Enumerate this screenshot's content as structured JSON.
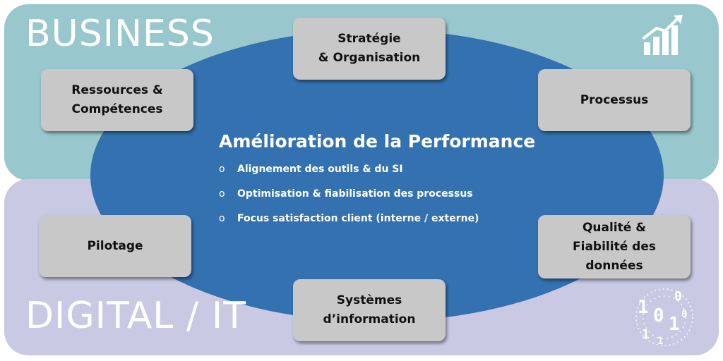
{
  "colors": {
    "business_band": "#99c7ce",
    "digital_band": "#c9c9e4",
    "ellipse": "#3371b0",
    "box": "#c8c8c8",
    "white": "#ffffff"
  },
  "bands": {
    "business_label": "BUSINESS",
    "digital_label": "DIGITAL / IT"
  },
  "center": {
    "title": "Amélioration de la Performance",
    "bullet_marker": "o",
    "bullets": [
      "Alignement des outils & du SI",
      "Optimisation & fiabilisation des processus",
      "Focus satisfaction client (interne / externe)"
    ]
  },
  "boxes": [
    {
      "id": "strategie",
      "label": "Stratégie\n& Organisation"
    },
    {
      "id": "ressources",
      "label": "Ressources &\nCompétences"
    },
    {
      "id": "processus",
      "label": "Processus"
    },
    {
      "id": "pilotage",
      "label": "Pilotage"
    },
    {
      "id": "qualite",
      "label": "Qualité &\nFiabilité des\ndonnées"
    },
    {
      "id": "systemes",
      "label": "Systèmes\nd’information"
    }
  ],
  "icons": {
    "growth": "bar-chart-growth-icon",
    "binary": "binary-code-icon"
  },
  "binary_digits": {
    "big_one_a": "1",
    "big_zero_a": "0",
    "big_one_b": "1",
    "small_a": "0",
    "small_b": "1",
    "small_c": "0",
    "small_d": "1"
  }
}
